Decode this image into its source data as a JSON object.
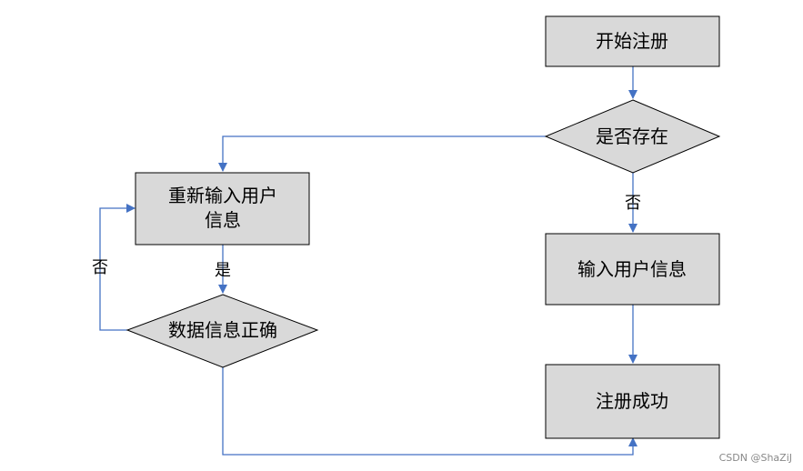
{
  "nodes": {
    "start": {
      "label": "开始注册"
    },
    "exists_check": {
      "label": "是否存在"
    },
    "reenter": {
      "line1": "重新输入用户",
      "line2": "信息"
    },
    "enter_info": {
      "label": "输入用户信息"
    },
    "data_check": {
      "label": "数据信息正确"
    },
    "success": {
      "label": "注册成功"
    }
  },
  "edge_labels": {
    "exists_no": "否",
    "reenter_yes": "是",
    "data_no": "否"
  },
  "colors": {
    "box_fill": "#d9d9d9",
    "box_stroke": "#000000",
    "connector": "#4472c4"
  },
  "watermark": "CSDN @ShaZiJ"
}
